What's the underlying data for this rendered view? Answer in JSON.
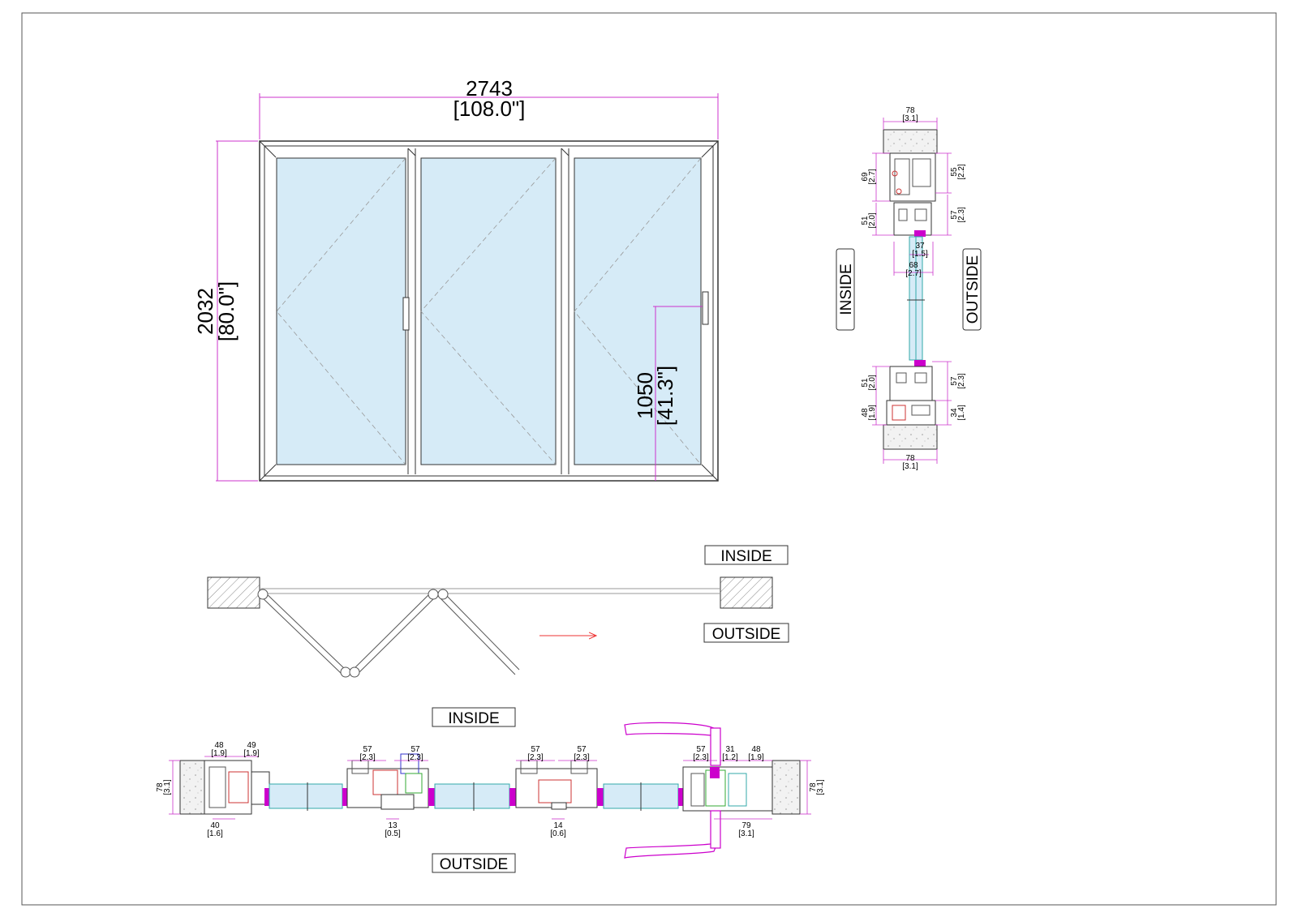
{
  "elevation": {
    "width_mm": "2743",
    "width_in": "[108.0\"]",
    "height_mm": "2032",
    "height_in": "[80.0\"]",
    "handle_mm": "1050",
    "handle_in": "[41.3\"]"
  },
  "vertical_section": {
    "label_inside": "INSIDE",
    "label_outside": "OUTSIDE",
    "top_width_mm": "78",
    "top_width_in": "[3.1]",
    "left_69_mm": "69",
    "left_69_in": "[2.7]",
    "right_55_mm": "55",
    "right_55_in": "[2.2]",
    "left_51_mm": "51",
    "left_51_in": "[2.0]",
    "right_57_mm": "57",
    "right_57_in": "[2.3]",
    "glass_37_mm": "37",
    "glass_37_in": "[1.5]",
    "glass_68_mm": "68",
    "glass_68_in": "[2.7]",
    "bottom_left_51_mm": "51",
    "bottom_left_51_in": "[2.0]",
    "bottom_right_57_mm": "57",
    "bottom_right_57_in": "[2.3]",
    "bottom_left_48_mm": "48",
    "bottom_left_48_in": "[1.9]",
    "bottom_right_34_mm": "34",
    "bottom_right_34_in": "[1.4]",
    "bottom_width_mm": "78",
    "bottom_width_in": "[3.1]"
  },
  "plan": {
    "label_inside": "INSIDE",
    "label_outside": "OUTSIDE"
  },
  "horizontal_section": {
    "label_inside": "INSIDE",
    "label_outside": "OUTSIDE",
    "left_78_mm": "78",
    "left_78_in": "[3.1]",
    "d48_mm": "48",
    "d48_in": "[1.9]",
    "d49_mm": "49",
    "d49_in": "[1.9]",
    "d40_mm": "40",
    "d40_in": "[1.6]",
    "d57a_mm": "57",
    "d57a_in": "[2.3]",
    "d57b_mm": "57",
    "d57b_in": "[2.3]",
    "d13_mm": "13",
    "d13_in": "[0.5]",
    "d57c_mm": "57",
    "d57c_in": "[2.3]",
    "d57d_mm": "57",
    "d57d_in": "[2.3]",
    "d14_mm": "14",
    "d14_in": "[0.6]",
    "d57e_mm": "57",
    "d57e_in": "[2.3]",
    "d31_mm": "31",
    "d31_in": "[1.2]",
    "d48b_mm": "48",
    "d48b_in": "[1.9]",
    "d79_mm": "79",
    "d79_in": "[3.1]",
    "right_78_mm": "78",
    "right_78_in": "[3.1]"
  },
  "colors": {
    "dimension": "#cc33cc",
    "glass": "#d6ebf7",
    "frame": "#333333",
    "arrow": "#ee3333",
    "magenta": "#cc00cc",
    "cyan": "#33cccc"
  }
}
